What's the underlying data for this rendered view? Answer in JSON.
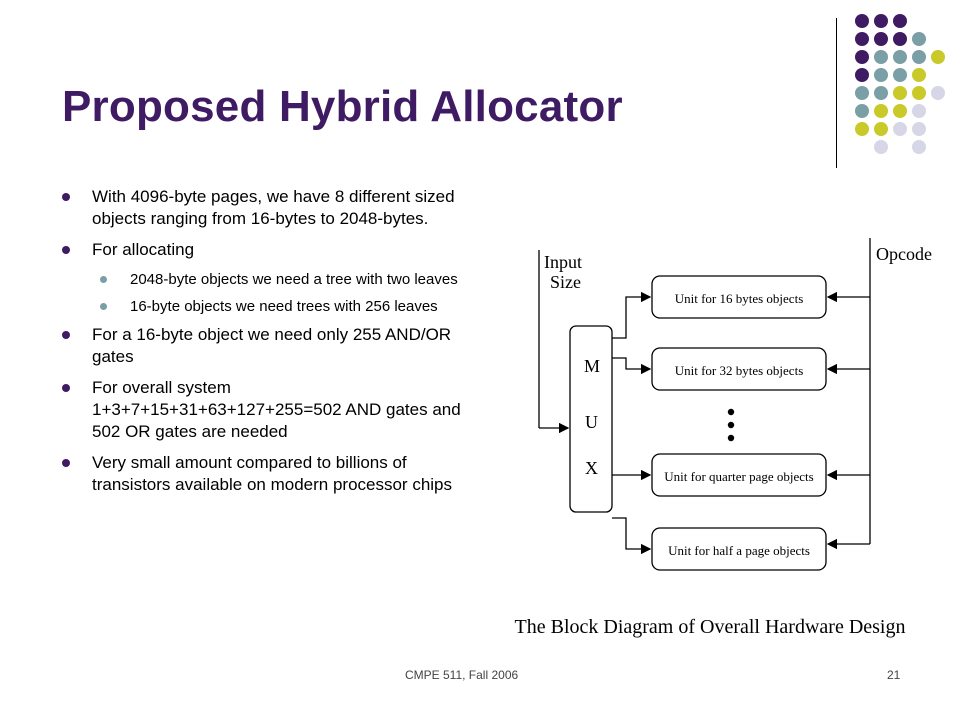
{
  "title": "Proposed Hybrid Allocator",
  "colors": {
    "title": "#3f1b63",
    "dot_purple": "#3f1b63",
    "dot_teal": "#7a9fa6",
    "dot_olive": "#c9c92a",
    "dot_lavender": "#d6d6e6"
  },
  "bullets": {
    "b1": "With 4096-byte pages, we have 8 different sized objects ranging from 16-bytes to 2048-bytes.",
    "b2": "For allocating",
    "b2_sub1": "2048-byte objects we need a tree with two leaves",
    "b2_sub2": "16-byte objects we need trees with 256 leaves",
    "b3": "For a 16-byte object we need only 255 AND/OR gates",
    "b4": "For overall system 1+3+7+15+31+63+127+255=502 AND gates and 502 OR gates are needed",
    "b5": "Very small amount compared to billions of transistors available on modern processor chips"
  },
  "diagram": {
    "input_line1": "Input",
    "input_line2": "Size",
    "opcode": "Opcode",
    "mux_m": "M",
    "mux_u": "U",
    "mux_x": "X",
    "unit1": "Unit for 16 bytes objects",
    "unit2": "Unit for 32 bytes   objects",
    "unit3": "Unit for quarter page objects",
    "unit4": "Unit for half a page objects",
    "caption": "The Block Diagram of Overall Hardware Design"
  },
  "footer": {
    "course": "CMPE  511, Fall 2006",
    "page": "21"
  }
}
